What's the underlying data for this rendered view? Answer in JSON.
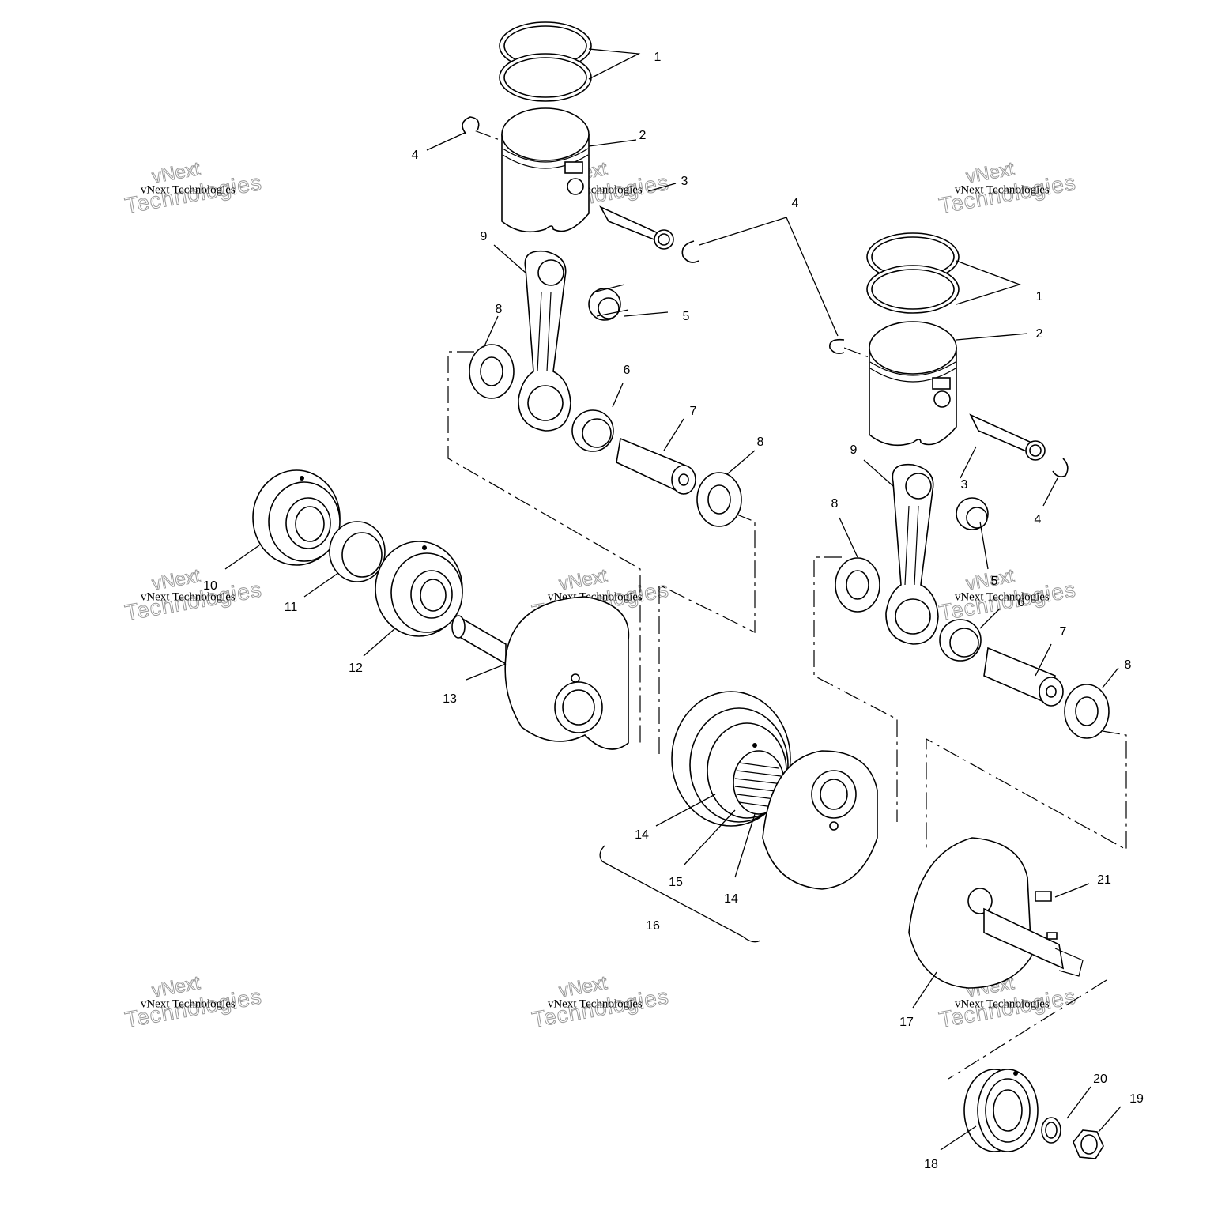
{
  "watermark": {
    "line1": "vNext Technologies",
    "line2": "Technologies",
    "line3": "vNext"
  },
  "callouts": {
    "c1a": "1",
    "c2a": "2",
    "c3a": "3",
    "c4a": "4",
    "c4b": "4",
    "c5a": "5",
    "c6a": "6",
    "c7a": "7",
    "c8a": "8",
    "c8b": "8",
    "c9a": "9",
    "c1b": "1",
    "c2b": "2",
    "c3b": "3",
    "c4c": "4",
    "c5b": "5",
    "c6b": "6",
    "c7b": "7",
    "c8c": "8",
    "c8d": "8",
    "c9b": "9",
    "c10": "10",
    "c11": "11",
    "c12": "12",
    "c13": "13",
    "c14a": "14",
    "c14b": "14",
    "c15": "15",
    "c16": "16",
    "c17": "17",
    "c18": "18",
    "c19": "19",
    "c20": "20",
    "c21": "21"
  }
}
